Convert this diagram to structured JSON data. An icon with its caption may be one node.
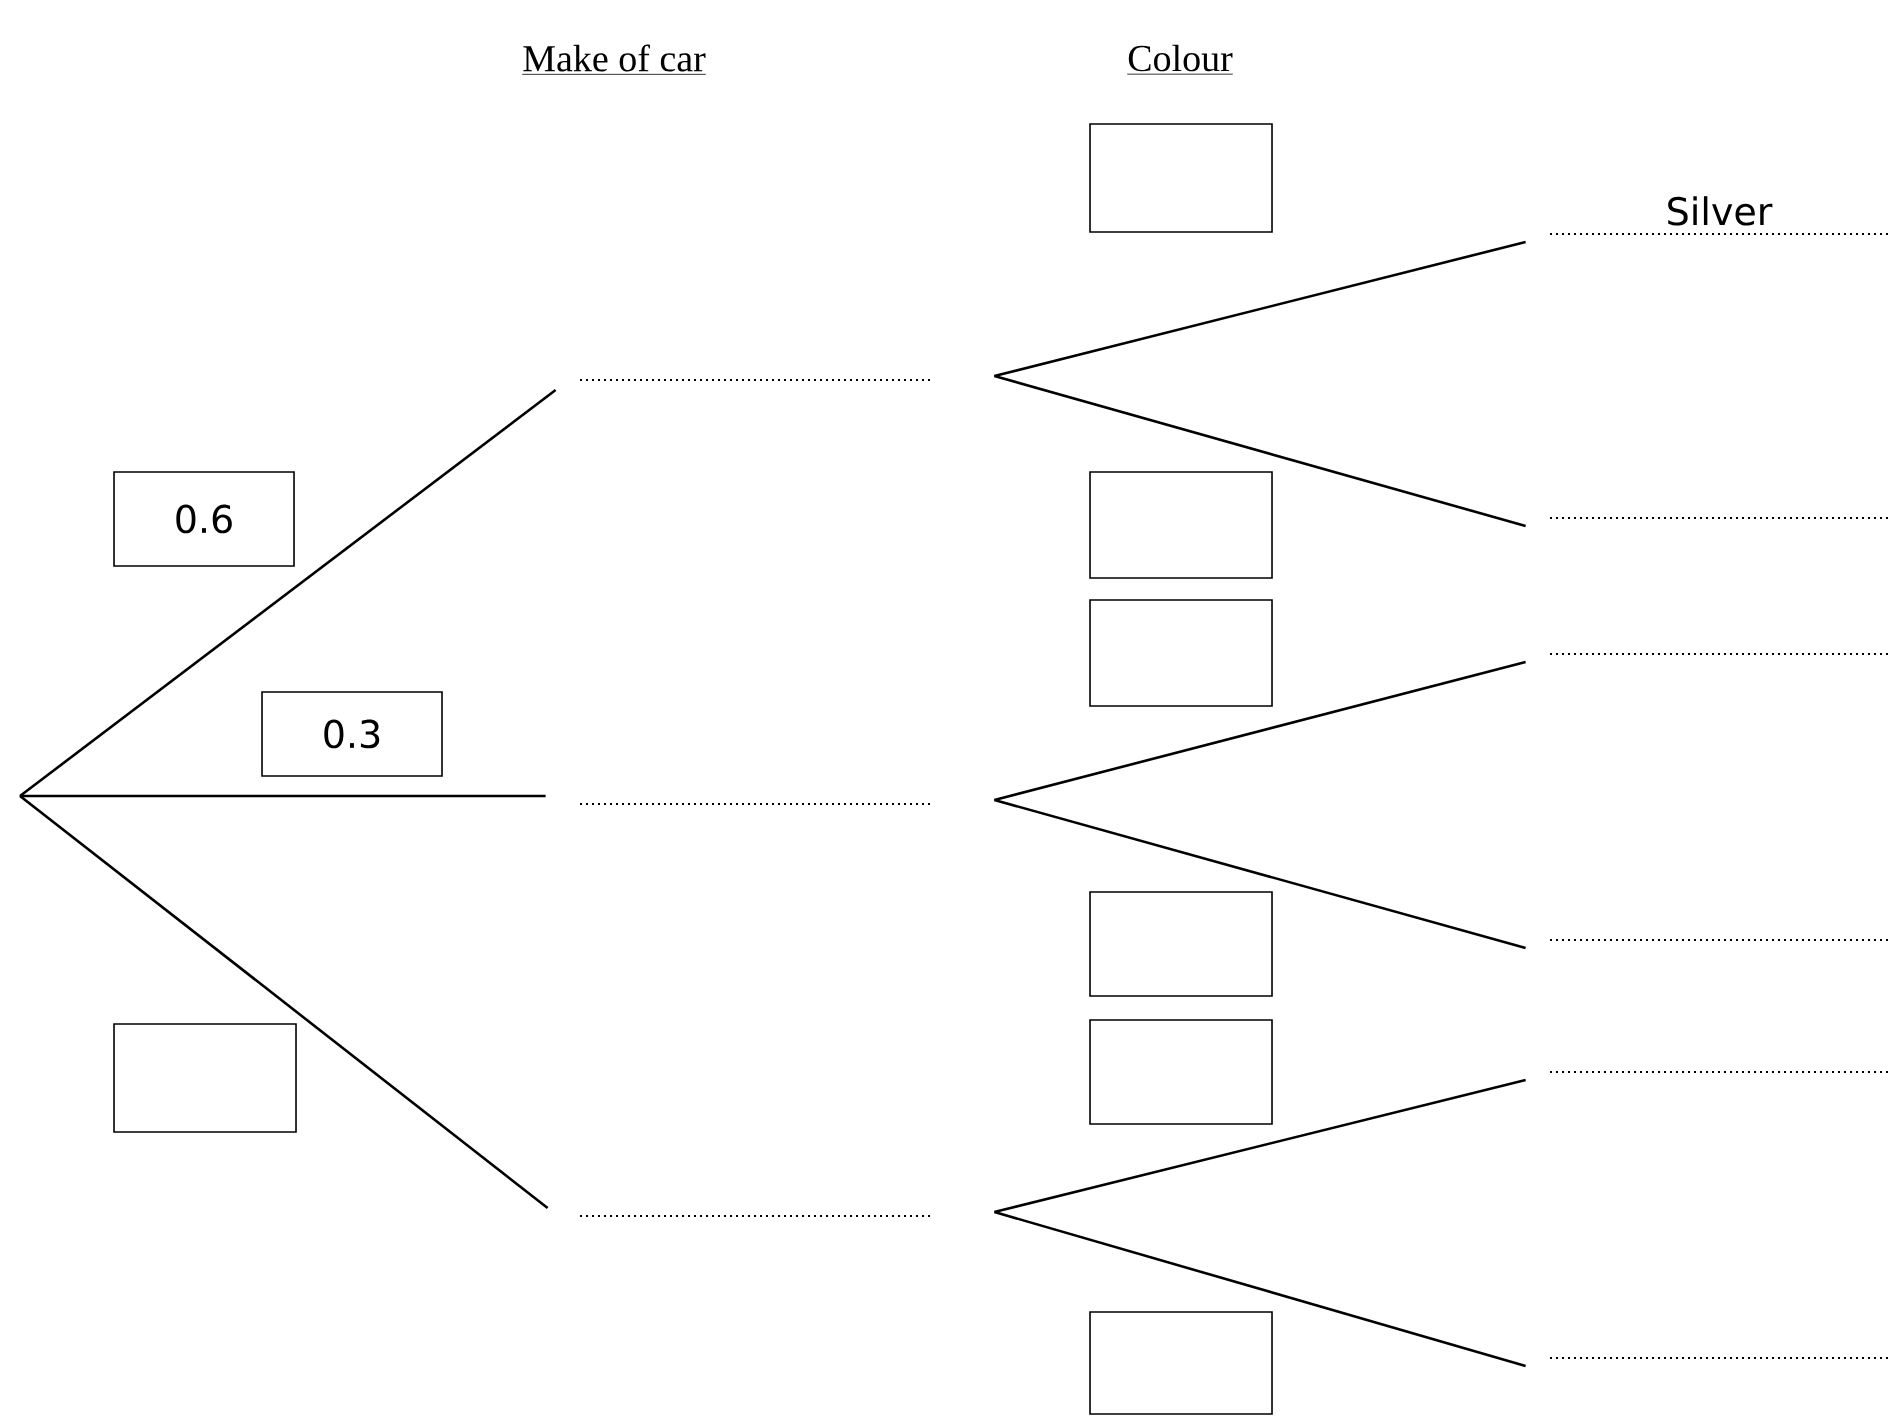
{
  "diagram": {
    "nodes": [
      {
        "text": [],
        "shape": "line"
      },
      {
        "text": [],
        "shape": "line"
      },
      {
        "text": [],
        "shape": "line"
      },
      {
        "text": [
          "Silver"
        ]
      },
      {
        "text": [],
        "shape": "line"
      },
      {
        "text": [],
        "shape": "line"
      },
      {
        "text": [],
        "shape": "line"
      },
      {
        "text": [],
        "shape": "line"
      },
      {
        "text": [],
        "shape": "line"
      },
      {
        "text": [
          "0.6"
        ]
      },
      {
        "text": [
          "0.3"
        ]
      },
      {
        "text": [],
        "shape": "box"
      },
      {
        "text": [],
        "shape": "box"
      },
      {
        "text": [],
        "shape": "box"
      },
      {
        "text": [],
        "shape": "box"
      },
      {
        "text": [],
        "shape": "box"
      },
      {
        "text": [],
        "shape": "box"
      },
      {
        "text": [],
        "shape": "box"
      }
    ],
    "edges": [
      {
        "from": null,
        "to": 0,
        "arrow": "none"
      },
      {
        "from": null,
        "to": 1,
        "arrow": "none"
      },
      {
        "from": null,
        "to": 2,
        "arrow": "none"
      },
      {
        "from": 0,
        "to": 3,
        "arrow": "none"
      },
      {
        "from": 0,
        "to": 4,
        "arrow": "none"
      },
      {
        "from": 1,
        "to": 5,
        "arrow": "none"
      },
      {
        "from": 1,
        "to": 6,
        "arrow": "none"
      },
      {
        "from": 2,
        "to": 7,
        "arrow": "none"
      },
      {
        "from": 2,
        "to": 8,
        "arrow": "none"
      }
    ],
    "labels": [
      "Make of car",
      "Colour"
    ]
  }
}
